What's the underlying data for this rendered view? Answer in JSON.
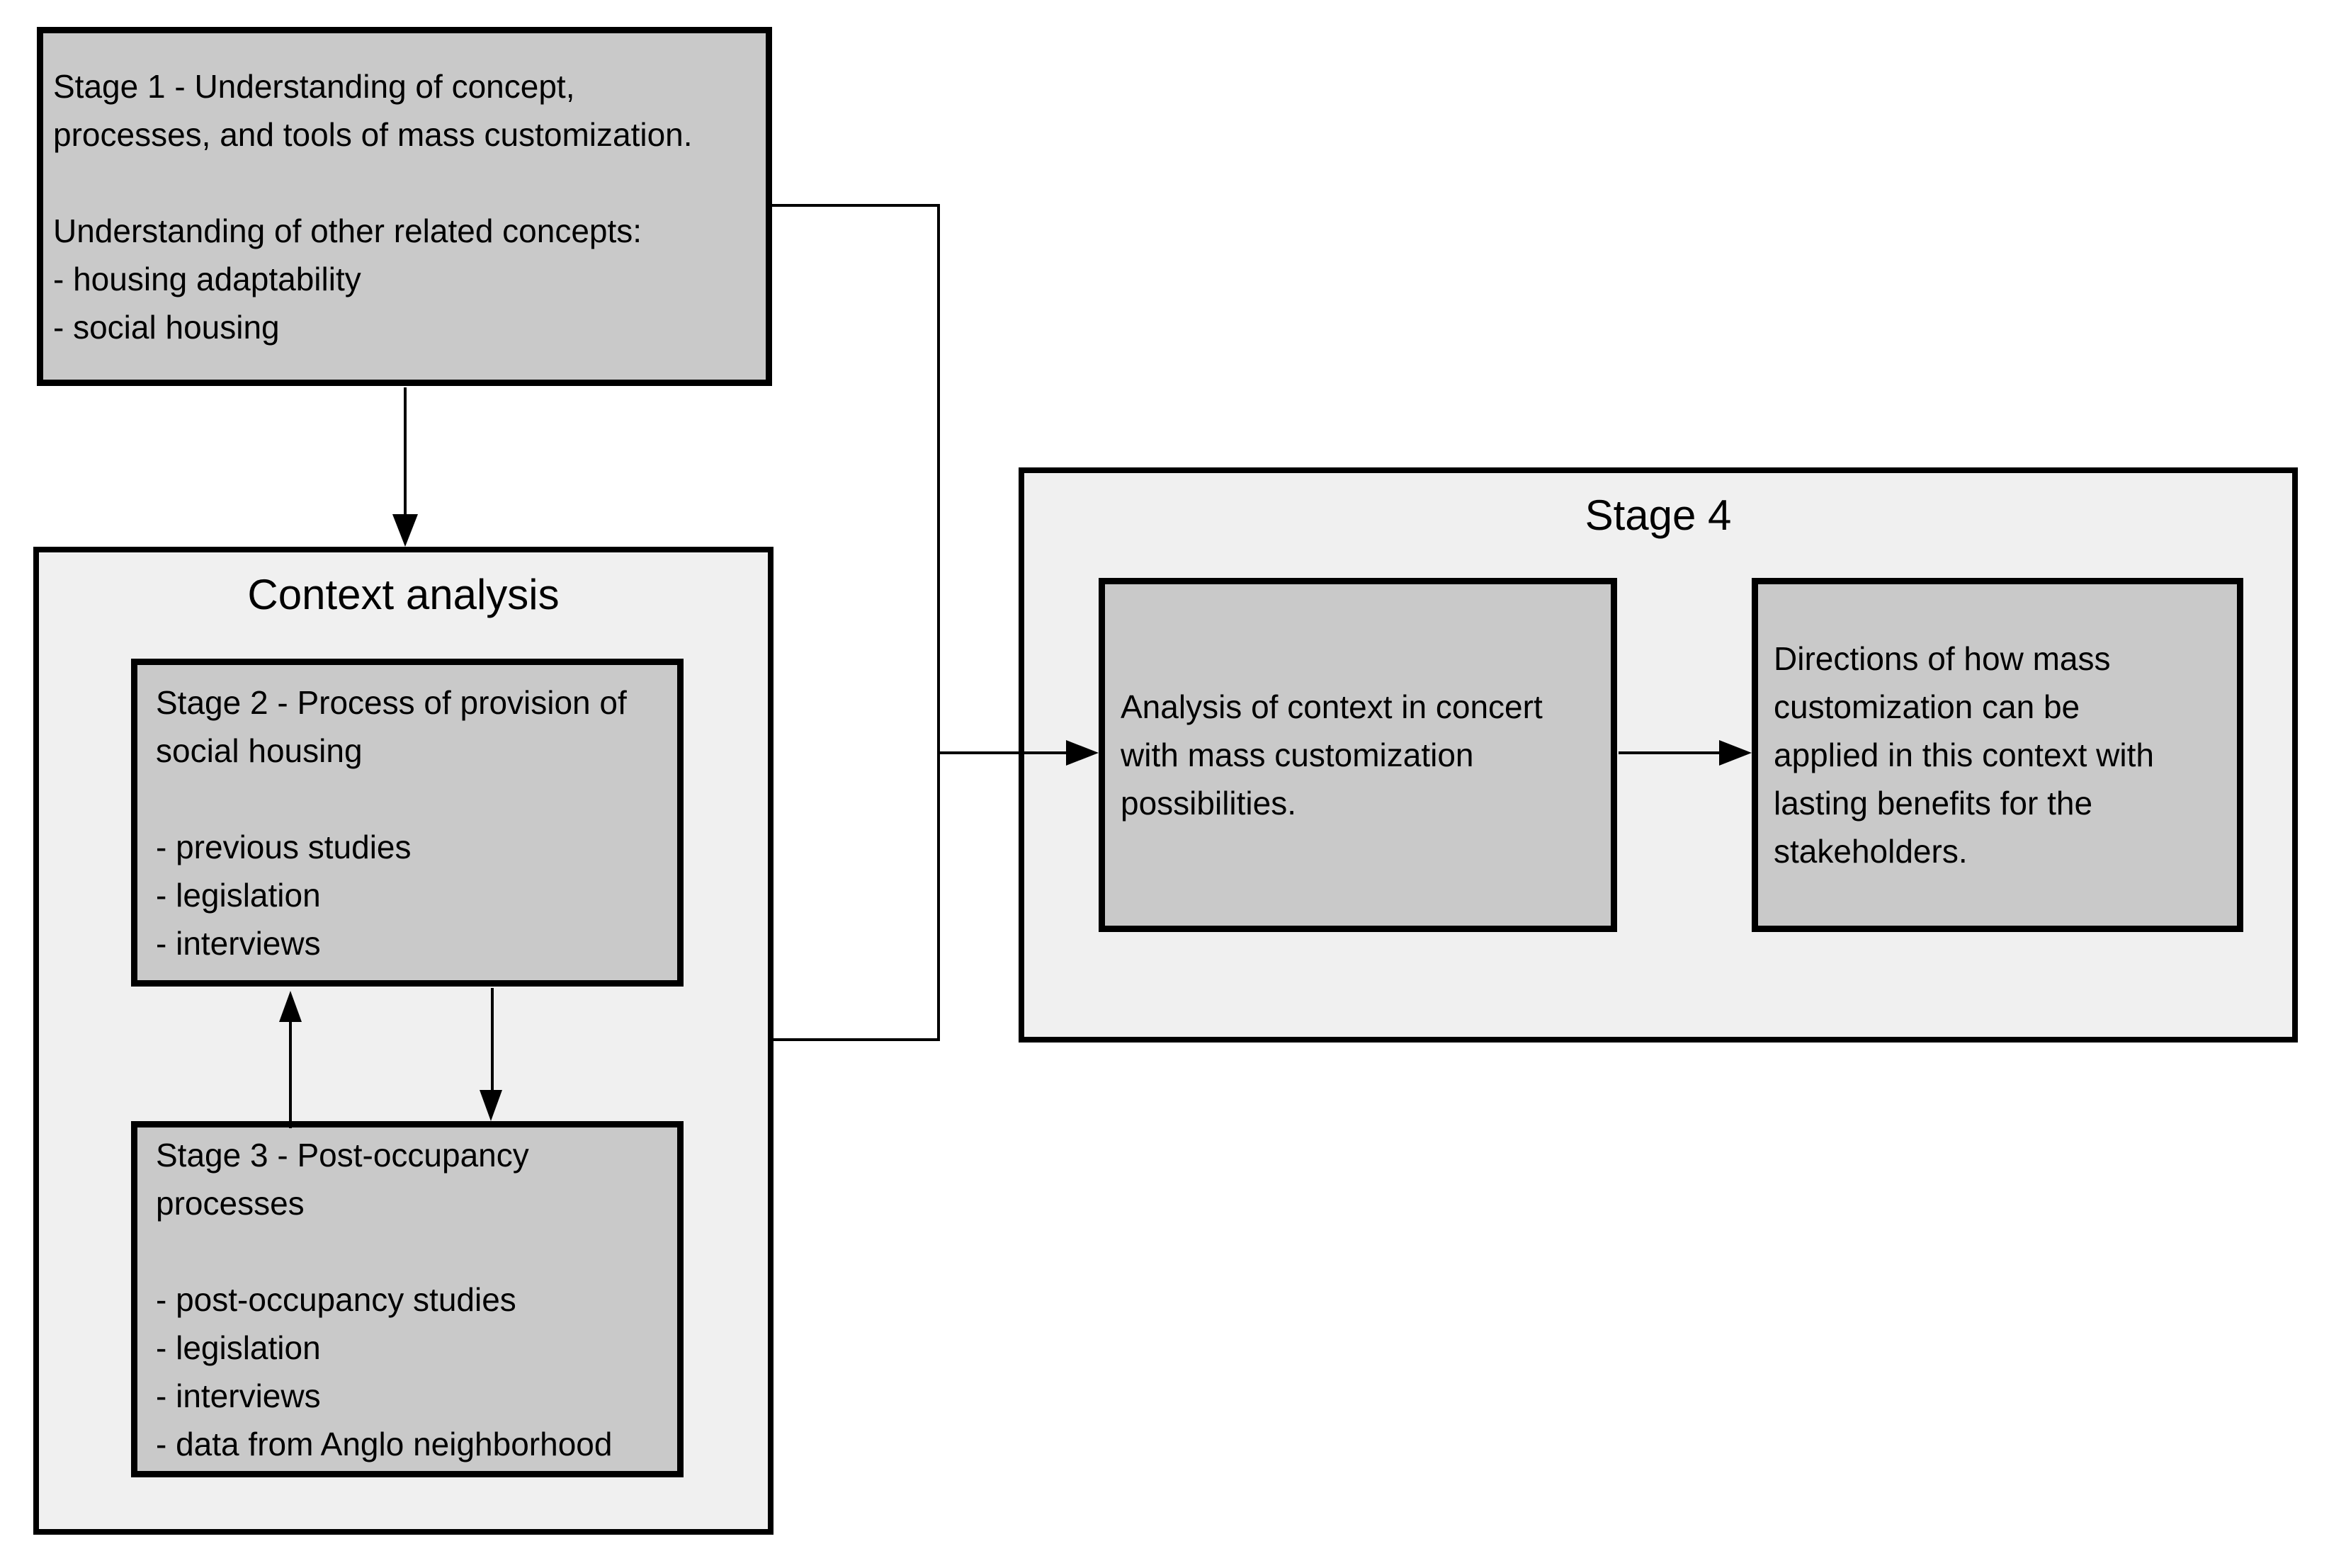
{
  "colors": {
    "page_bg": "#ffffff",
    "stage_box_fill": "#c9c9c9",
    "container_fill": "#f0f0f0",
    "border": "#000000",
    "text": "#000000"
  },
  "stage1": {
    "lines": [
      "Stage 1 - Understanding of concept,",
      "processes, and tools of mass customization.",
      "",
      "Understanding of other related concepts:",
      "- housing adaptability",
      "- social housing"
    ]
  },
  "context_analysis": {
    "title": "Context analysis",
    "stage2": {
      "lines": [
        "Stage 2 - Process of provision of",
        "social housing",
        "",
        "- previous studies",
        "- legislation",
        "- interviews"
      ]
    },
    "stage3": {
      "lines": [
        "Stage 3 - Post-occupancy",
        "processes",
        "",
        "- post-occupancy studies",
        "- legislation",
        "- interviews",
        "- data from Anglo neighborhood"
      ]
    }
  },
  "stage4": {
    "title": "Stage 4",
    "analysis_box": {
      "lines": [
        "Analysis of context in concert",
        "with mass customization",
        "possibilities."
      ]
    },
    "directions_box": {
      "lines": [
        "Directions of how mass",
        "customization can be",
        "applied in this context with",
        "lasting benefits for the",
        "stakeholders."
      ]
    }
  }
}
